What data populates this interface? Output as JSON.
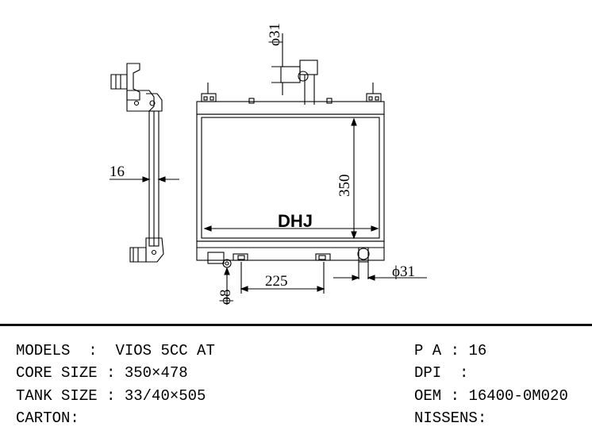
{
  "drawing": {
    "brand_mark": "DHJ",
    "dimensions": {
      "outlet_diameter_top": "ϕ31",
      "core_height": "350",
      "side_tank_width": "16",
      "inlet_spacing": "225",
      "drain_diameter": "ϕ8",
      "outlet_diameter_bottom": "ϕ31"
    }
  },
  "specs": {
    "models": {
      "label": "MODELS",
      "value": "VIOS 5CC AT"
    },
    "core_size": {
      "label": "CORE SIZE",
      "value": "350×478"
    },
    "tank_size": {
      "label": "TANK SIZE",
      "value": "33/40×505"
    },
    "carton": {
      "label": "CARTON",
      "value": ""
    },
    "pa": {
      "label": "P A",
      "value": "16"
    },
    "dpi": {
      "label": "DPI",
      "value": ""
    },
    "oem": {
      "label": "OEM",
      "value": "16400-0M020"
    },
    "nissens": {
      "label": "NISSENS",
      "value": ""
    }
  }
}
